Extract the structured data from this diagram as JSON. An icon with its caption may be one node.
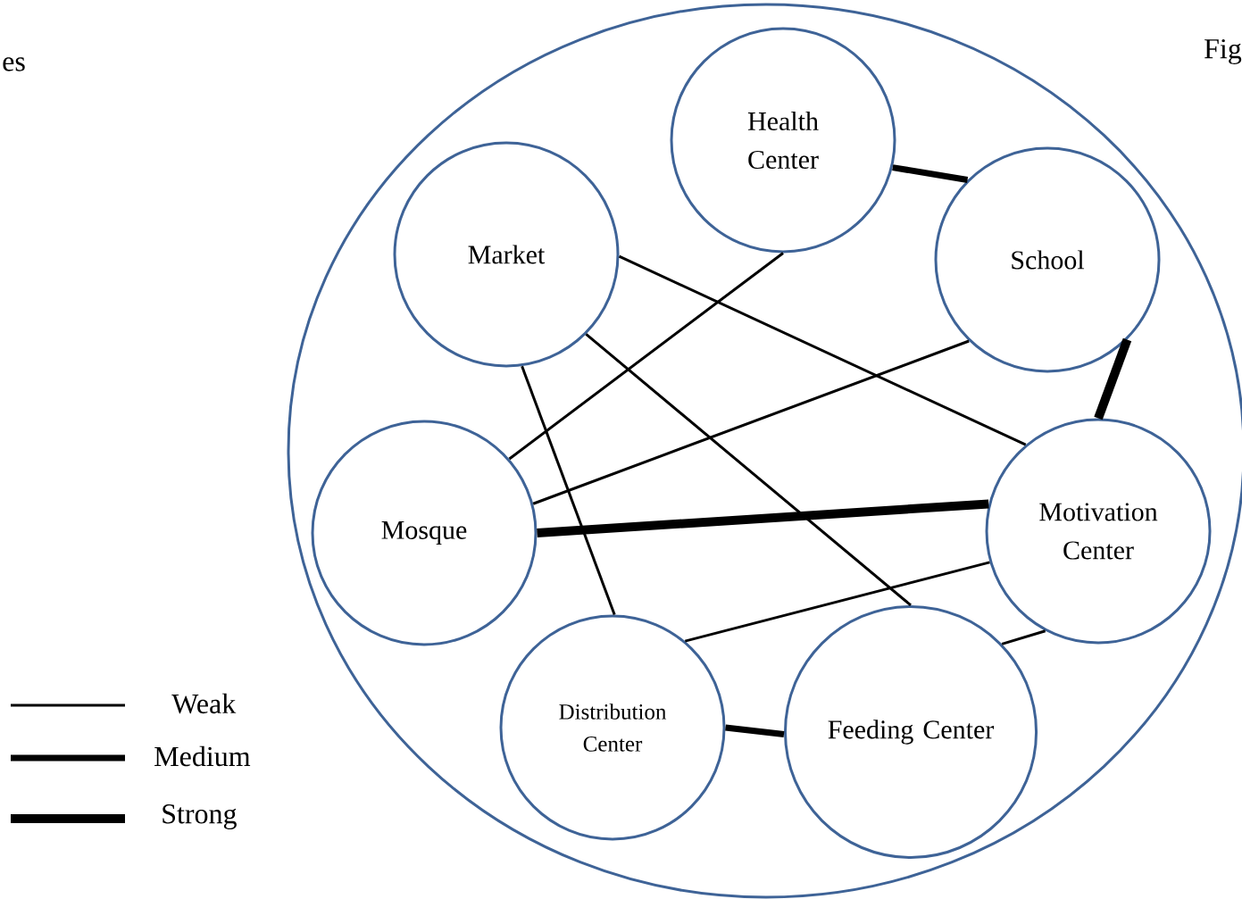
{
  "diagram": {
    "nodes": [
      {
        "text": [],
        "shape": "circle"
      },
      {
        "text": [
          "Health Center"
        ],
        "in": 0
      },
      {
        "text": [
          "Market"
        ],
        "in": 0
      },
      {
        "text": [
          "School"
        ],
        "in": 0
      },
      {
        "text": [
          "Mosque"
        ],
        "in": 0
      },
      {
        "text": [
          "Motivation Center"
        ],
        "in": 0
      },
      {
        "text": [
          "Distribution Center"
        ],
        "in": 0
      },
      {
        "text": [
          "Feeding Center"
        ],
        "in": 0
      }
    ],
    "edges": [
      {
        "from": 1,
        "to": 3,
        "arrow": "none",
        "style": "thick"
      },
      {
        "from": 3,
        "to": 5,
        "arrow": "none",
        "style": "thick"
      },
      {
        "from": 2,
        "to": 5,
        "arrow": "none"
      },
      {
        "from": 2,
        "to": 7,
        "arrow": "none"
      },
      {
        "from": 2,
        "to": 6,
        "arrow": "none"
      },
      {
        "from": 1,
        "to": 4,
        "arrow": "none"
      },
      {
        "from": 3,
        "to": 4,
        "arrow": "none"
      },
      {
        "from": 4,
        "to": 5,
        "arrow": "none",
        "style": "thick"
      },
      {
        "from": 5,
        "to": 6,
        "arrow": "none"
      },
      {
        "from": 5,
        "to": 7,
        "arrow": "none"
      },
      {
        "from": 6,
        "to": 7,
        "arrow": "none",
        "style": "thick"
      }
    ],
    "labels": [
      "es",
      "Fig"
    ],
    "legend": [
      {
        "text": "Weak"
      },
      {
        "text": "Medium"
      },
      {
        "text": "Strong"
      }
    ]
  }
}
